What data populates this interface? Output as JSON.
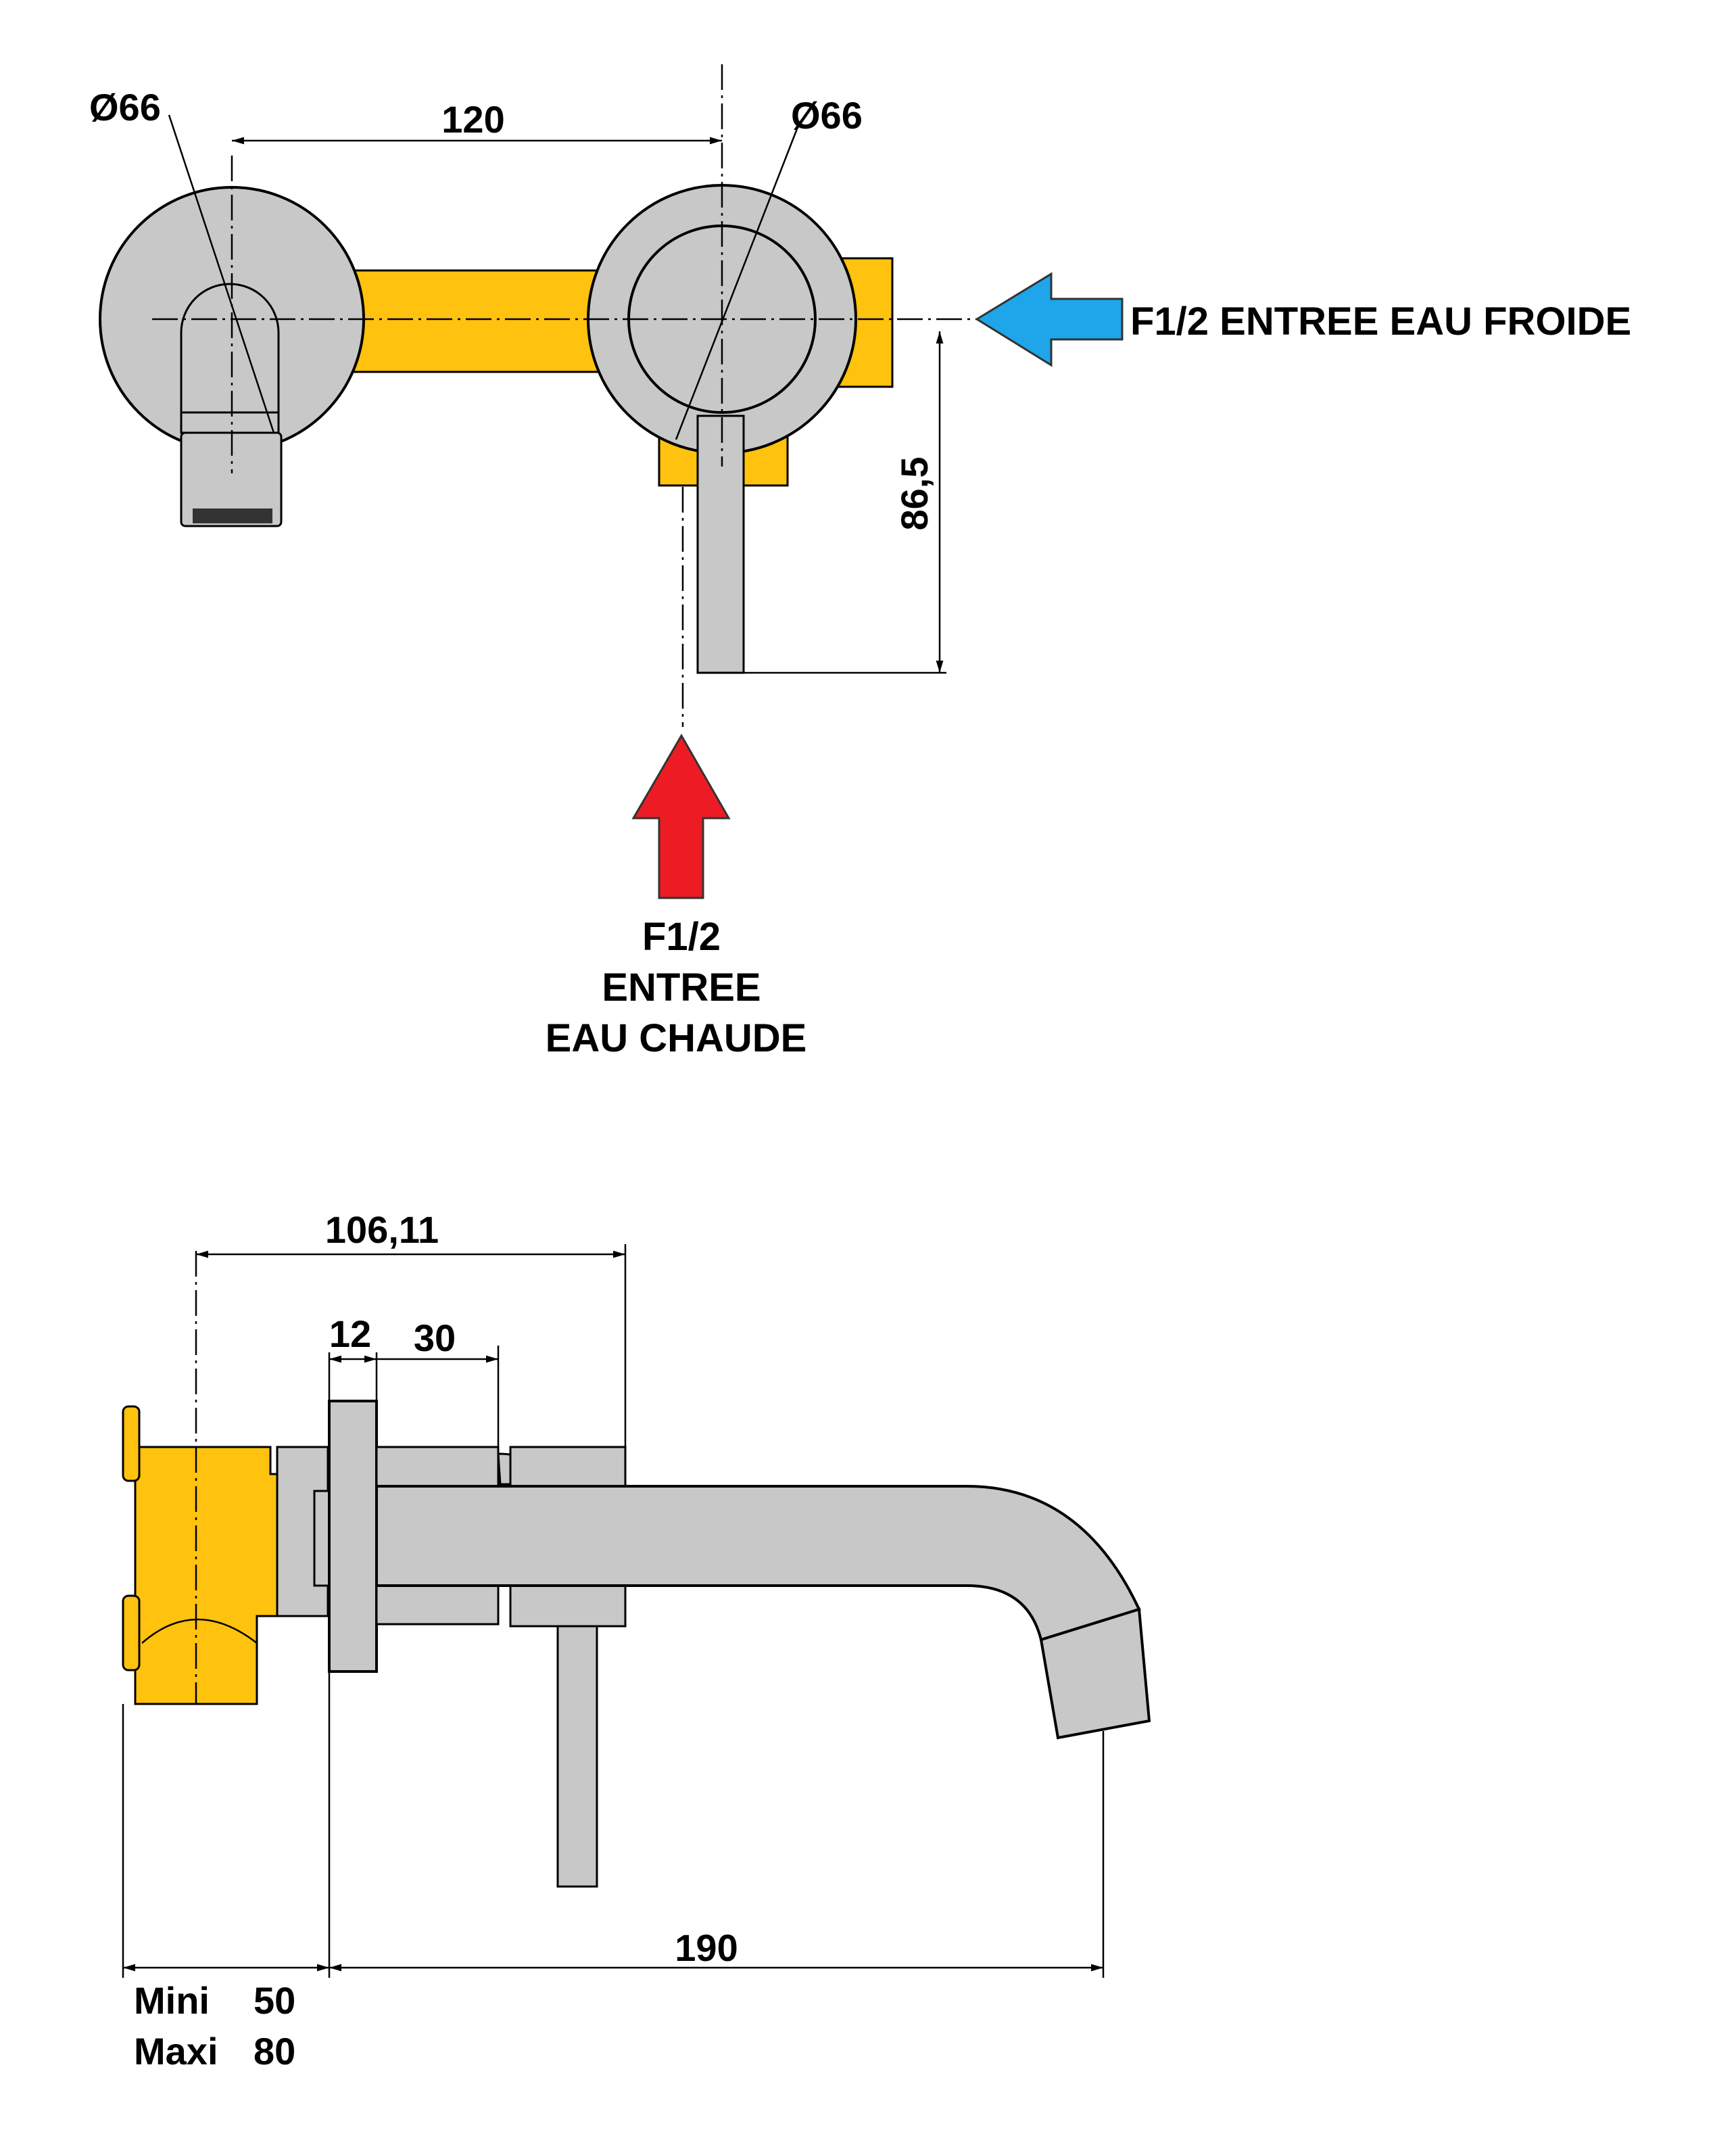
{
  "colors": {
    "chrome": "#c8c8c8",
    "body_valve": "#ffc20e",
    "cold_water": "#1ea5ea",
    "hot_water": "#ed1c24"
  },
  "top_view": {
    "dim_diameter_left": "Ø66",
    "dim_diameter_right": "Ø66",
    "dim_spacing": "120",
    "dim_lever_height": "86,5",
    "cold_label": "F1/2 ENTREE EAU FROIDE",
    "hot_label_line1": "F1/2",
    "hot_label_line2": "ENTREE",
    "hot_label_line3": "EAU CHAUDE"
  },
  "side_view": {
    "dim_overall": "106,11",
    "dim_plate": "12",
    "dim_body": "30",
    "dim_reach": "190",
    "mini_label": "Mini",
    "mini_value": "50",
    "maxi_label": "Maxi",
    "maxi_value": "80"
  }
}
